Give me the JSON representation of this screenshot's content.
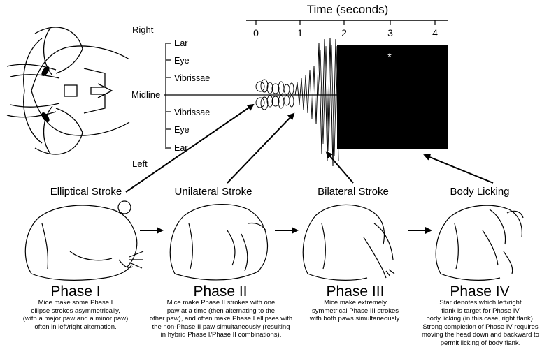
{
  "time_axis": {
    "title": "Time (seconds)",
    "ticks": [
      "0",
      "1",
      "2",
      "3",
      "4"
    ],
    "star": "*"
  },
  "head_labels": {
    "right": "Right",
    "left": "Left",
    "midline": "Midline",
    "upper": [
      "Ear",
      "Eye",
      "Vibrissae"
    ],
    "lower": [
      "Vibrissae",
      "Eye",
      "Ear"
    ]
  },
  "strokes": [
    {
      "label": "Elliptical Stroke"
    },
    {
      "label": "Unilateral Stroke"
    },
    {
      "label": "Bilateral Stroke"
    },
    {
      "label": "Body Licking"
    }
  ],
  "phases": [
    {
      "title": "Phase I",
      "caption": "Mice make some Phase I\nellipse strokes asymmetrically,\n(with a major paw and a minor paw)\noften in left/right alternation."
    },
    {
      "title": "Phase II",
      "caption": "Mice make Phase II strokes with one\npaw at a time (then alternating to the\nother paw), and often make Phase I ellipses with\nthe non-Phase II paw simultaneously (resulting\nin hybrid Phase I/Phase II combinations)."
    },
    {
      "title": "Phase III",
      "caption": "Mice make extremely\nsymmetrical Phase III strokes\nwith both paws simultaneously."
    },
    {
      "title": "Phase IV",
      "caption": "Star denotes which left/right\nflank is target for Phase IV\nbody licking (in this case, right flank).\nStrong completion of Phase IV requires\nmoving the head down and backward to\npermit licking of body flank."
    }
  ]
}
